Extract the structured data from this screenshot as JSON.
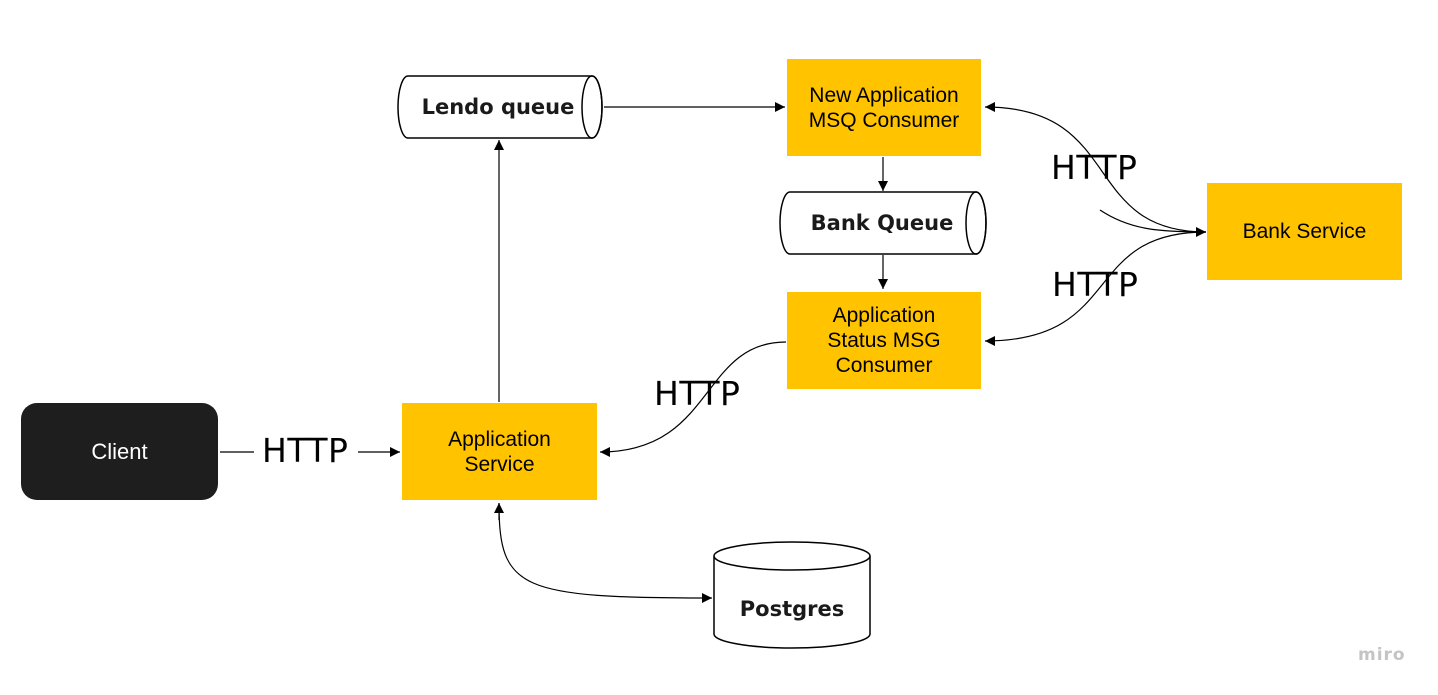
{
  "nodes": {
    "client": "Client",
    "application_service": "Application Service",
    "lendo_queue": "Lendo queue",
    "new_application_consumer": "New Application MSQ Consumer",
    "bank_queue": "Bank Queue",
    "application_status_consumer": "Application Status MSG Consumer",
    "bank_service": "Bank Service",
    "postgres": "Postgres"
  },
  "edge_labels": {
    "client_to_app": "HTTP",
    "status_to_app": "HTTP",
    "bank_to_new_app": "HTTP",
    "bank_to_status": "HTTP"
  },
  "colors": {
    "service_fill": "#FFC300",
    "client_fill": "#1e1e1e",
    "line": "#000000"
  },
  "watermark": "miro"
}
